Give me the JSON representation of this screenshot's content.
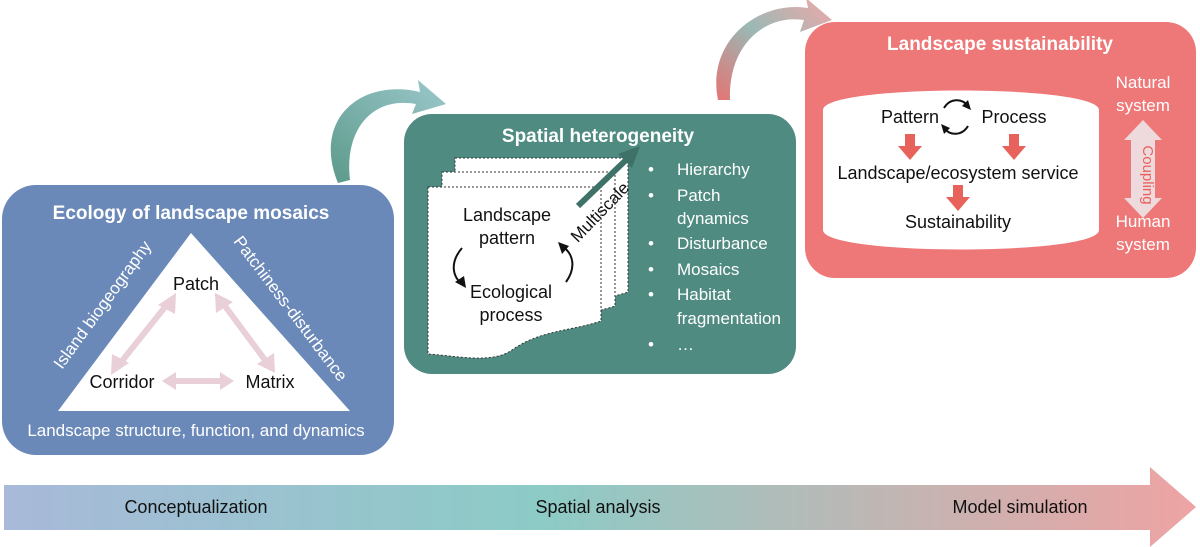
{
  "panel_mosaics": {
    "title": "Ecology of landscape mosaics",
    "left_side_label": "Island biogeography",
    "right_side_label": "Patchiness-disturbance",
    "nodes": {
      "top": "Patch",
      "left": "Corridor",
      "right": "Matrix"
    },
    "caption": "Landscape structure, function, and dynamics"
  },
  "panel_heterogeneity": {
    "title": "Spatial heterogeneity",
    "pattern_line1": "Landscape",
    "pattern_line2": "pattern",
    "process_line1": "Ecological",
    "process_line2": "process",
    "multiscale_label": "Multiscale",
    "bullets": [
      {
        "lines": [
          "Hierarchy"
        ]
      },
      {
        "lines": [
          "Patch",
          "dynamics"
        ]
      },
      {
        "lines": [
          "Disturbance"
        ]
      },
      {
        "lines": [
          "Mosaics"
        ]
      },
      {
        "lines": [
          "Habitat",
          "fragmentation"
        ]
      },
      {
        "lines": [
          "…"
        ]
      }
    ]
  },
  "panel_sustainability": {
    "title": "Landscape sustainability",
    "pattern": "Pattern",
    "process": "Process",
    "service": "Landscape/ecosystem service",
    "sustainability": "Sustainability",
    "natural_line1": "Natural",
    "natural_line2": "system",
    "coupling": "Coupling",
    "human_line1": "Human",
    "human_line2": "system"
  },
  "progression": {
    "stages": [
      "Conceptualization",
      "Spatial analysis",
      "Model simulation"
    ]
  },
  "colors": {
    "panel_mosaics": "#6b89b8",
    "panel_heterogeneity": "#4f8b81",
    "panel_sustainability": "#ee7777",
    "pink_arrow": "#e8cfd8",
    "red_arrow": "#e8625c",
    "bar_start": "#a8b9d9",
    "bar_mid": "#8ccbc6",
    "bar_end": "#eea3a3"
  }
}
